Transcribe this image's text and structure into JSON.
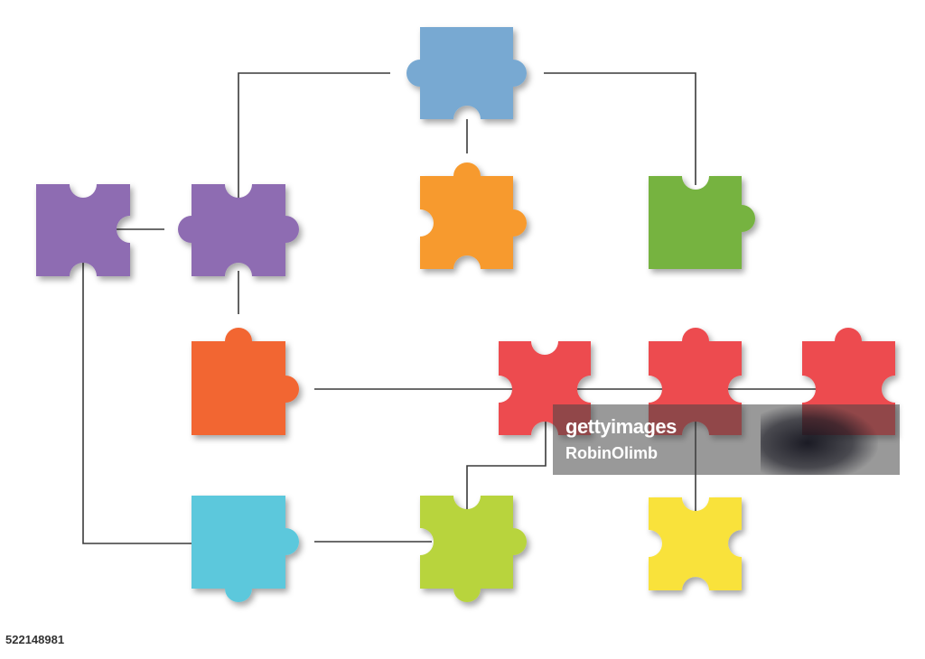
{
  "diagram": {
    "pieces": [
      {
        "id": "top-blue",
        "color": "#78a9d2"
      },
      {
        "id": "orange-mid",
        "color": "#f79a2e"
      },
      {
        "id": "green-right",
        "color": "#76b33f"
      },
      {
        "id": "purple-left",
        "color": "#8e6cb2"
      },
      {
        "id": "purple-right",
        "color": "#8e6cb2"
      },
      {
        "id": "orange-red",
        "color": "#f26630"
      },
      {
        "id": "red-1",
        "color": "#ed4b50"
      },
      {
        "id": "red-2",
        "color": "#ed4b50"
      },
      {
        "id": "red-3",
        "color": "#ed4b50"
      },
      {
        "id": "cyan",
        "color": "#5bc8dc"
      },
      {
        "id": "lime",
        "color": "#b8d43c"
      },
      {
        "id": "yellow",
        "color": "#f9e23a"
      }
    ],
    "connector_color": "#3a3a3a"
  },
  "watermark": {
    "logo": "gettyimages",
    "credit": "RobinOlimb"
  },
  "image_id": "522148981"
}
